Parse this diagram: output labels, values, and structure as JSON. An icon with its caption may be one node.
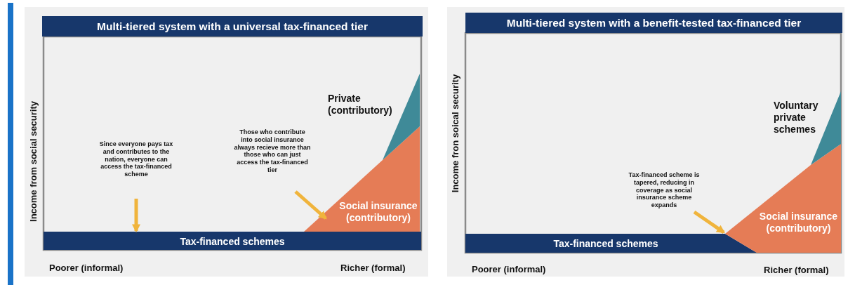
{
  "diagram": {
    "nodes": [
      {
        "text": [
          "Multi-tiered system with a universal tax-financed tier"
        ]
      },
      {
        "text": [
          "Tax-financed schemes"
        ]
      },
      {
        "text": [
          "Social insurance (contributory)"
        ]
      },
      {
        "text": [
          "Private (contributory)"
        ]
      },
      {
        "text": [
          "Since everyone pays tax and contributes to the nation, everyone can access the tax-financed scheme"
        ]
      },
      {
        "text": [
          "Those who contribute into social insurance always recieve more than those who can just access the tax-financed tier"
        ]
      },
      {
        "text": [
          "Multi-tiered system with a benefit-tested tax-financed tier"
        ]
      },
      {
        "text": [
          "Tax-financed schemes"
        ]
      },
      {
        "text": [
          "Social insurance (contributory)"
        ]
      },
      {
        "text": [
          "Voluntary private schemes"
        ]
      },
      {
        "text": [
          "Tax-financed scheme is tapered, reducing in coverage as social insurance scheme expands"
        ]
      }
    ],
    "edges": [
      {
        "from": 4,
        "to": 1,
        "arrow": "to"
      },
      {
        "from": 5,
        "to": 2,
        "arrow": "to"
      },
      {
        "from": 10,
        "to": 7,
        "arrow": "to"
      }
    ],
    "labels": [
      "Income from social security",
      "Poorer (informal)",
      "Richer (formal)",
      "Income fron soical security",
      "Poorer (informal)",
      "Richer (formal)"
    ]
  }
}
